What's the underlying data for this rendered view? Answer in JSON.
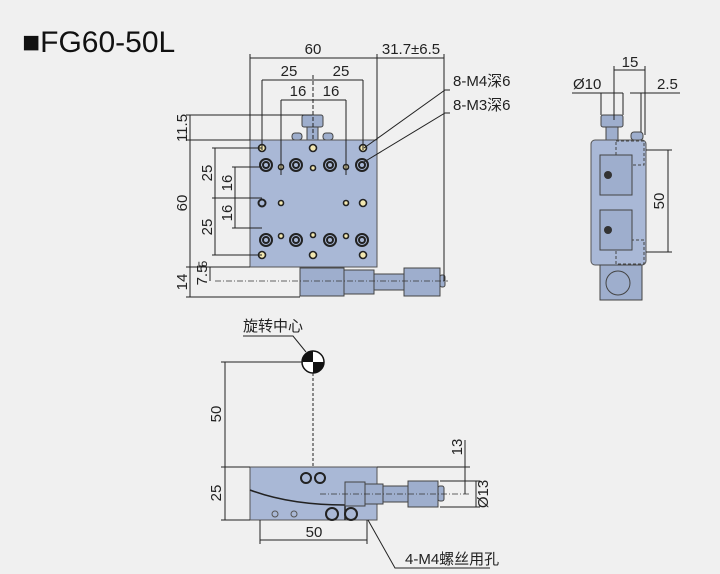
{
  "title": "■FG60-50L",
  "top_view": {
    "width_dim": "60",
    "travel_dim": "31.7±6.5",
    "hole_pitch_outer": [
      "25",
      "25"
    ],
    "hole_pitch_inner": [
      "16",
      "16"
    ],
    "knob_height": "11.5",
    "height_dim": "60",
    "vert_pitch_outer": [
      "25",
      "25"
    ],
    "vert_pitch_inner": [
      "16",
      "16"
    ],
    "bottom_dim_14": "14",
    "bottom_dim_7_5": "7.5",
    "bottom_dim_5": "5",
    "label_m4": "8-M4深6",
    "label_m3": "8-M3深6"
  },
  "side_view": {
    "dim_15": "15",
    "dim_d10": "Ø10",
    "dim_2_5": "2.5",
    "dim_50": "50"
  },
  "front_view": {
    "rotation_center_label": "旋转中心",
    "dim_radius_50": "50",
    "dim_height_25": "25",
    "dim_width_50": "50",
    "dim_13": "13",
    "dim_d13": "Ø13",
    "label_holes": "4-M4螺丝用孔"
  },
  "colors": {
    "plate": "#a9b8d6",
    "background": "#f0f0f0"
  }
}
